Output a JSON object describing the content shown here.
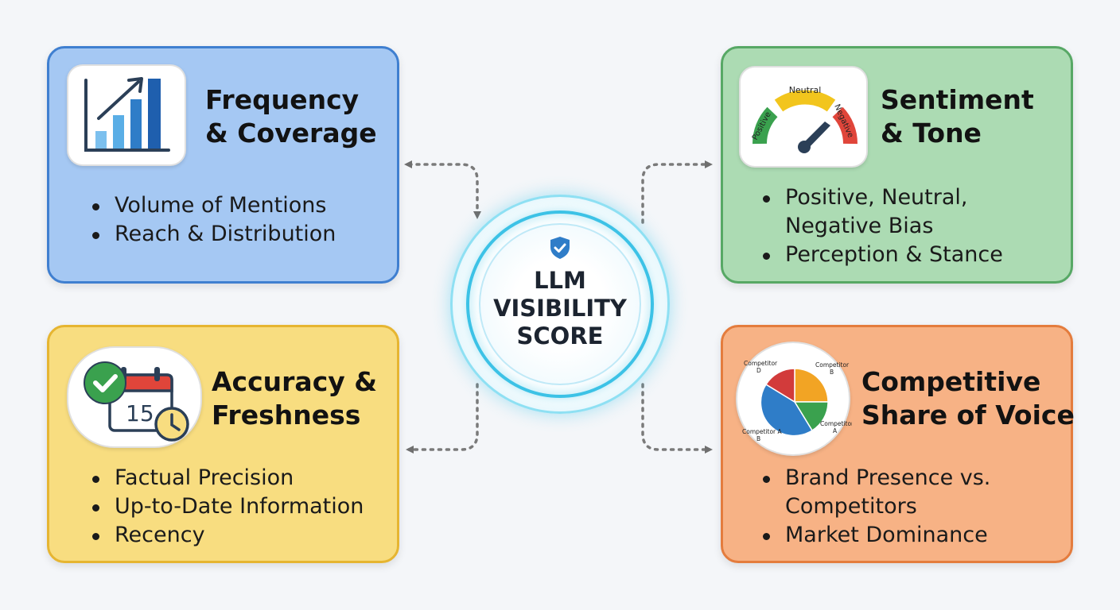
{
  "center": {
    "lines": [
      "LLM",
      "VISIBILITY",
      "SCORE"
    ],
    "icon": "shield-check-icon",
    "colors": {
      "ring": "#3cc2e6",
      "glow": "#8ee0f3"
    }
  },
  "cards": {
    "frequency": {
      "title_lines": [
        "Frequency",
        "& Coverage"
      ],
      "bullets": [
        "Volume of Mentions",
        "Reach & Distribution"
      ],
      "icon": "bar-chart-trend-icon",
      "colors": {
        "fill": "#a5c8f3",
        "border": "#3f7fd0"
      }
    },
    "sentiment": {
      "title_lines": [
        "Sentiment",
        "& Tone"
      ],
      "bullets": [
        "Positive, Neutral,",
        "Negative Bias",
        "Perception & Stance"
      ],
      "bullet_continuations": [
        1
      ],
      "icon": "sentiment-gauge-icon",
      "gauge_labels": {
        "positive": "Positive",
        "neutral": "Neutral",
        "negative": "Negative"
      },
      "colors": {
        "fill": "#acdbb3",
        "border": "#57a865"
      }
    },
    "accuracy": {
      "title_lines": [
        "Accuracy &",
        "Freshness"
      ],
      "bullets": [
        "Factual Precision",
        "Up-to-Date Information",
        "Recency"
      ],
      "icon": "calendar-check-clock-icon",
      "calendar_day": "15",
      "colors": {
        "fill": "#f8dd80",
        "border": "#e6b531"
      }
    },
    "competitive": {
      "title_lines": [
        "Competitive",
        "Share of Voice"
      ],
      "bullets": [
        "Brand Presence vs.",
        "Competitors",
        "Market Dominance"
      ],
      "bullet_continuations": [
        1
      ],
      "icon": "pie-chart-icon",
      "pie_labels": [
        {
          "lines": [
            "Competitor",
            "D"
          ]
        },
        {
          "lines": [
            "Competitor",
            "B"
          ]
        },
        {
          "lines": [
            "Competitor",
            "A"
          ]
        },
        {
          "lines": [
            "Competitor A",
            "B"
          ]
        }
      ],
      "colors": {
        "fill": "#f7b285",
        "border": "#e47c3d"
      }
    }
  }
}
